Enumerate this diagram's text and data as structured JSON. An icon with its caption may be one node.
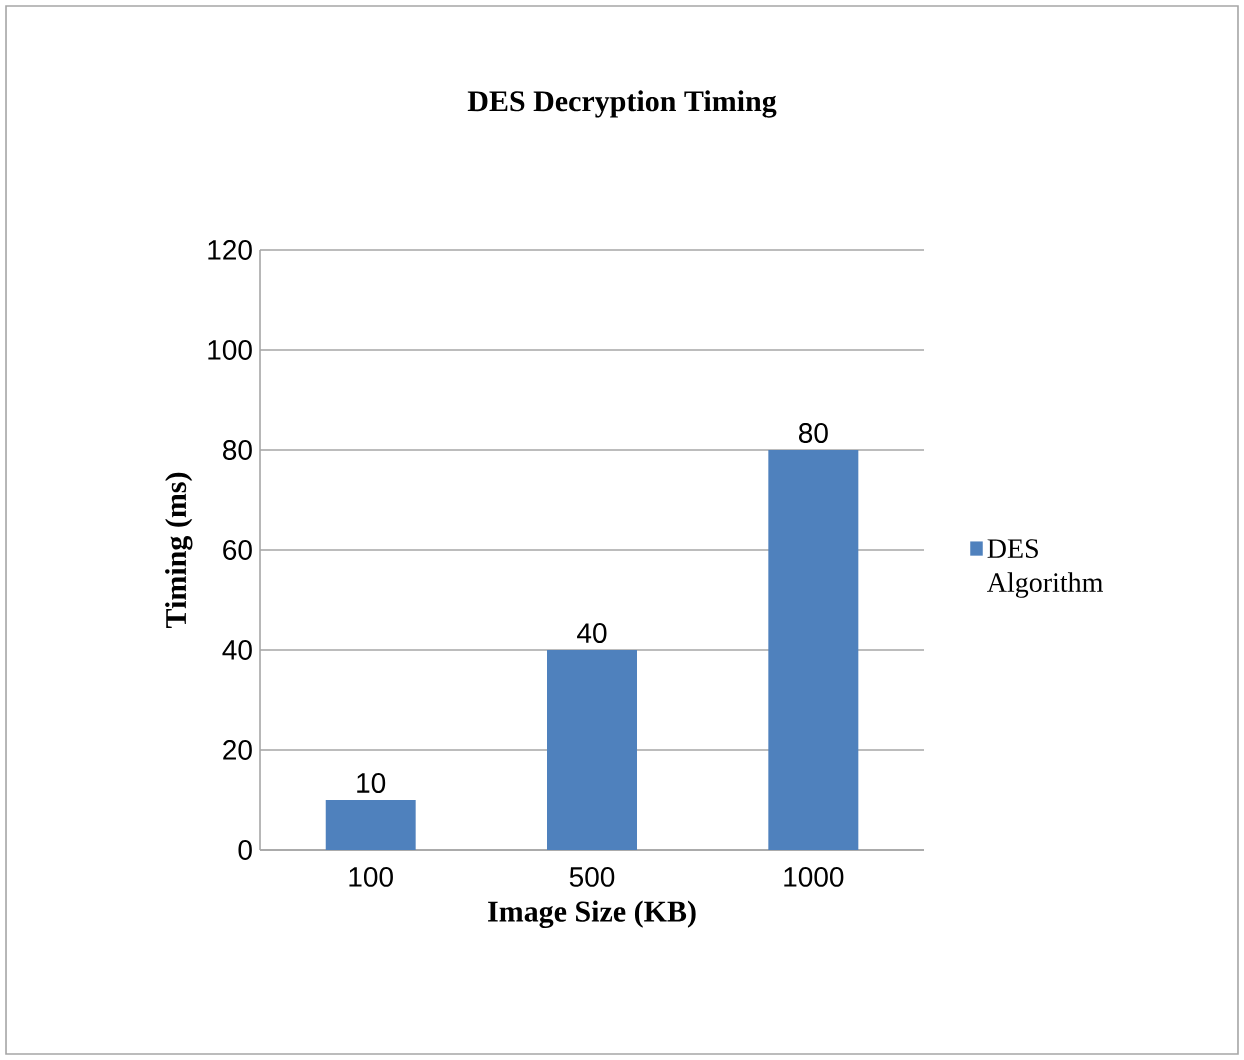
{
  "diagram": {
    "chart_data": {
      "type": "bar",
      "title": "DES Decryption Timing",
      "xlabel": "Image Size (KB)",
      "ylabel": "Timing (ms)",
      "categories": [
        "100",
        "500",
        "1000"
      ],
      "series": [
        {
          "name": "DES Algorithm",
          "color": "#4f81bd",
          "values": [
            10,
            40,
            80
          ]
        }
      ],
      "grid": "major",
      "ylim": [
        0,
        120
      ],
      "yticks": [
        0,
        20,
        40,
        60,
        80,
        100,
        120
      ],
      "data_labels": true
    }
  }
}
